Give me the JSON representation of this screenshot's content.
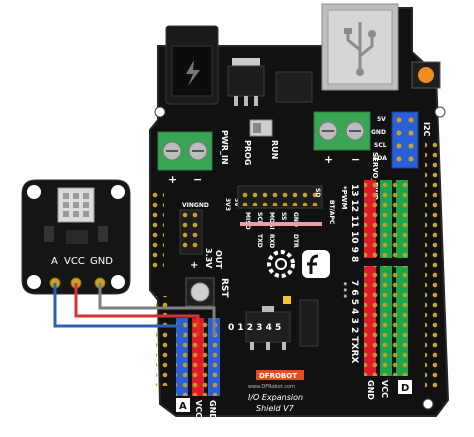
{
  "sensor": {
    "pin_a": "A",
    "pin_vcc": "VCC",
    "pin_gnd": "GND"
  },
  "shield": {
    "pwr_in": "PWR_IN",
    "prog": "PROG",
    "run": "RUN",
    "servo_pwr": "SERVO_PWR",
    "i2c": "I2C",
    "i2c_5v": "5V",
    "i2c_gnd": "GND",
    "i2c_scl": "SCL",
    "i2c_sda": "SDA",
    "vingnd": "VINGND",
    "v3v3": "3V3",
    "v5v": "5V",
    "out_3v3": "3.3V",
    "out_label": "OUT",
    "sd": "SD",
    "miso": "MISO",
    "sck": "SCK",
    "mosi": "MOSI",
    "txd": "TXD",
    "rxd": "RXD",
    "ss": "SS",
    "dtr": "DTR",
    "gnd": "GND",
    "bt_apc": "BT/APC",
    "pwm_header": "13 12 11 10 9 8",
    "pwm_label": "*PWM",
    "digital_row2": "7 6 5 4 3 2 TXRX",
    "digital_row2_pwm": "* * *",
    "rst": "RST",
    "analog_numbers": "0 1 2 3 4 5",
    "vcc": "VCC",
    "analog_gnd": "GND",
    "d_label": "D",
    "a_label": "A",
    "brand": "DFROBOT",
    "brand_url": "www.DFRobot.com",
    "title_line1": "I/O Expansion",
    "title_line2": "Shield V7",
    "plus": "+",
    "minus": "−"
  },
  "colors": {
    "board": "#111111",
    "board_border": "#2a2a2a",
    "header_gold": "#c9a227",
    "terminal_green": "#3aa655",
    "pin_red": "#e0192b",
    "pin_green": "#1ea44b",
    "pin_blue": "#2a5fd6",
    "wire_blue": "#2e5fb0",
    "wire_red": "#d63232",
    "wire_grey": "#7f7f7f",
    "usb_grey": "#bdbdbd",
    "reset_orange": "#f08a24"
  }
}
